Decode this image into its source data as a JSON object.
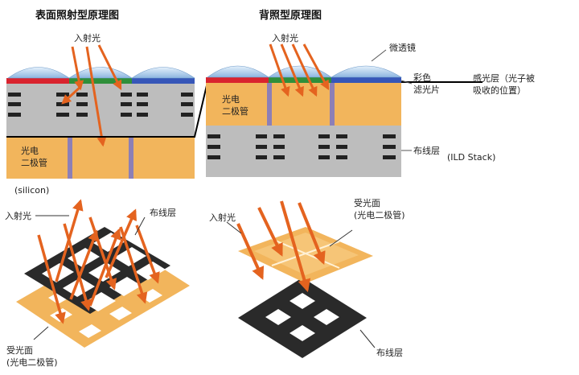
{
  "titles": {
    "front": "表面照射型原理图",
    "back": "背照型原理图"
  },
  "labels": {
    "incident_top_left": "入射光",
    "incident_top_right": "入射光",
    "photodiode_front_1": "光电",
    "photodiode_front_2": "二极管",
    "photodiode_back_1": "光电",
    "photodiode_back_2": "二极管",
    "microlens": "微透镜",
    "color_filter_1": "彩色",
    "color_filter_2": "滤光片",
    "sensing_layer_1": "感光层（光子被",
    "sensing_layer_2": "吸收的位置）",
    "wiring_layer_top": "布线层",
    "ild_stack": "(ILD Stack)",
    "silicon": "(silicon)",
    "incident_bottom_left": "入射光",
    "wiring_layer_bottom_left": "布线层",
    "receiving_bottom_left_1": "受光面",
    "receiving_bottom_left_2": "(光电二极管)",
    "incident_bottom_right": "入射光",
    "receiving_bottom_right_1": "受光面",
    "receiving_bottom_right_2": "(光电二极管)",
    "wiring_layer_bottom_right": "布线层"
  },
  "colors": {
    "photodiode": "#f2b55c",
    "wiring_gray": "#bdbdbd",
    "metal": "#222222",
    "lens": "#a9c8ea",
    "filter_red": "#d9232e",
    "filter_green": "#2f8f3a",
    "filter_blue": "#3656b8",
    "arrow": "#e4631f",
    "divider": "#8d7fb6"
  }
}
